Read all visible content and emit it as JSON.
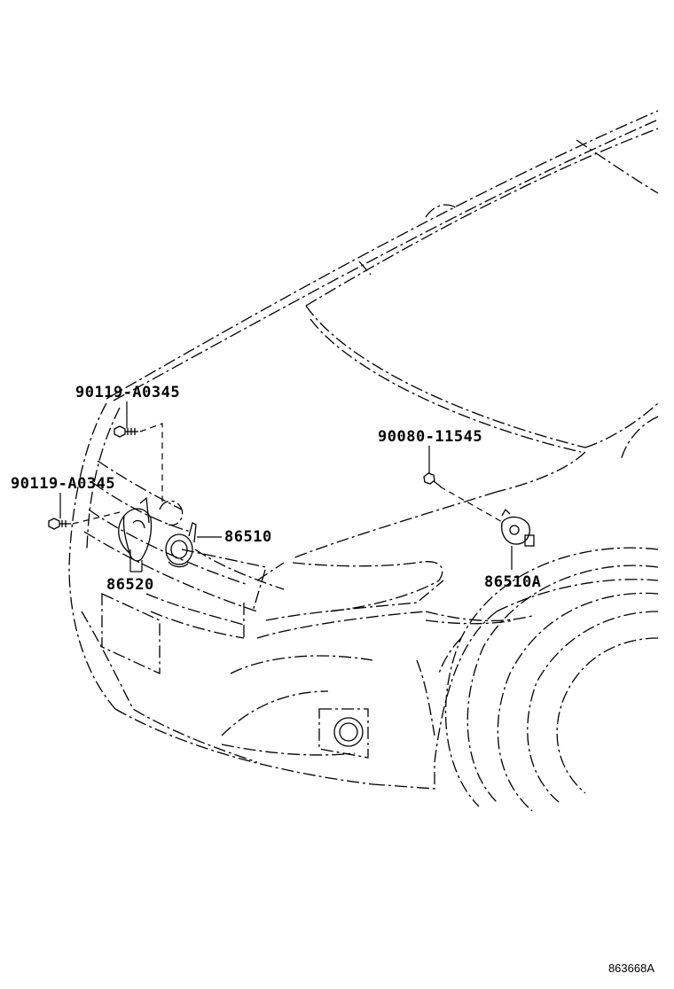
{
  "parts": {
    "bolt_upper": "90119-A0345",
    "bolt_left": "90119-A0345",
    "bolt_right": "90080-11545",
    "horn_high": "86510",
    "horn_low": "86520",
    "horn_sub": "86510A"
  },
  "reference_code": "863668A"
}
